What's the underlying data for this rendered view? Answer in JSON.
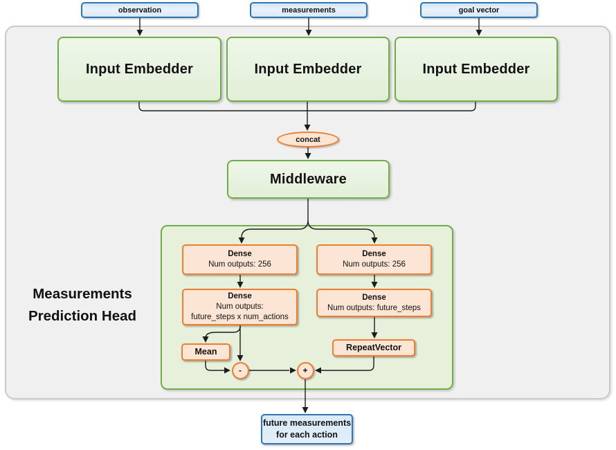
{
  "diagram": {
    "inputs": [
      {
        "label": "observation"
      },
      {
        "label": "measurements"
      },
      {
        "label": "goal vector"
      }
    ],
    "embedders": [
      {
        "label": "Input Embedder"
      },
      {
        "label": "Input Embedder"
      },
      {
        "label": "Input Embedder"
      }
    ],
    "concat_label": "concat",
    "middleware_label": "Middleware",
    "head": {
      "title": "Measurements Prediction Head",
      "left_branch": {
        "dense1": {
          "name": "Dense",
          "detail": "Num outputs: 256"
        },
        "dense2": {
          "name": "Dense",
          "detail_line1": "Num outputs:",
          "detail_line2": "future_steps x num_actions"
        },
        "mean_label": "Mean",
        "minus_label": "-"
      },
      "right_branch": {
        "dense1": {
          "name": "Dense",
          "detail": "Num outputs: 256"
        },
        "dense2": {
          "name": "Dense",
          "detail": "Num outputs: future_steps"
        },
        "repeat_label": "RepeatVector",
        "plus_label": "+"
      }
    },
    "output": {
      "line1": "future measurements",
      "line2": "for each action"
    },
    "colors": {
      "blue_border": "#2E75B6",
      "blue_fill": "#DCEAF8",
      "green_border": "#70AD47",
      "green_fill": "#E6F0DB",
      "orange_border": "#ED7D31",
      "orange_fill": "#FCE5D4",
      "panel_gray": "#F0F0F0",
      "line_black": "#1C1C1C"
    }
  }
}
